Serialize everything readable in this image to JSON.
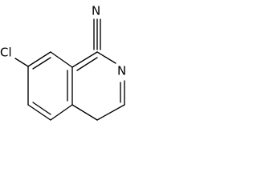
{
  "structure": {
    "atoms": {
      "nitrile_nitrogen": "N",
      "ring_nitrogen": "N",
      "chlorine": "Cl"
    }
  }
}
